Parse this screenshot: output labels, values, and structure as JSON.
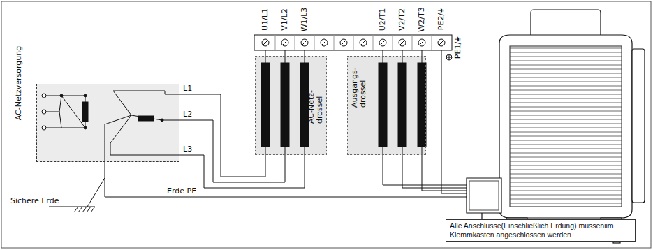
{
  "diagram": {
    "nodes": [
      {
        "text": [
          "AC-Netzversorgung"
        ]
      },
      {
        "text": [
          "AC-Netz- drossel"
        ]
      },
      {
        "text": [
          "Ausgangs- drossel"
        ]
      },
      {
        "text": [
          "Alle Anschlüsse(Einschließlich Erdung) müsseniim Klemmkasten angeschlossen werden"
        ]
      }
    ],
    "edges": [
      {
        "from": 0,
        "to": 1,
        "arrow": "none",
        "label": "L1"
      },
      {
        "from": 0,
        "to": 1,
        "arrow": "none",
        "label": "L2"
      },
      {
        "from": 0,
        "to": 1,
        "arrow": "none",
        "label": "L3"
      }
    ],
    "labels": [
      "U1/L1",
      "V1/L2",
      "W1/L3",
      "U2/T1",
      "V2/T2",
      "W2/T3",
      "PE2/⏚",
      "PE1/⏚",
      "Erde PE",
      "Sichere Erde"
    ]
  }
}
